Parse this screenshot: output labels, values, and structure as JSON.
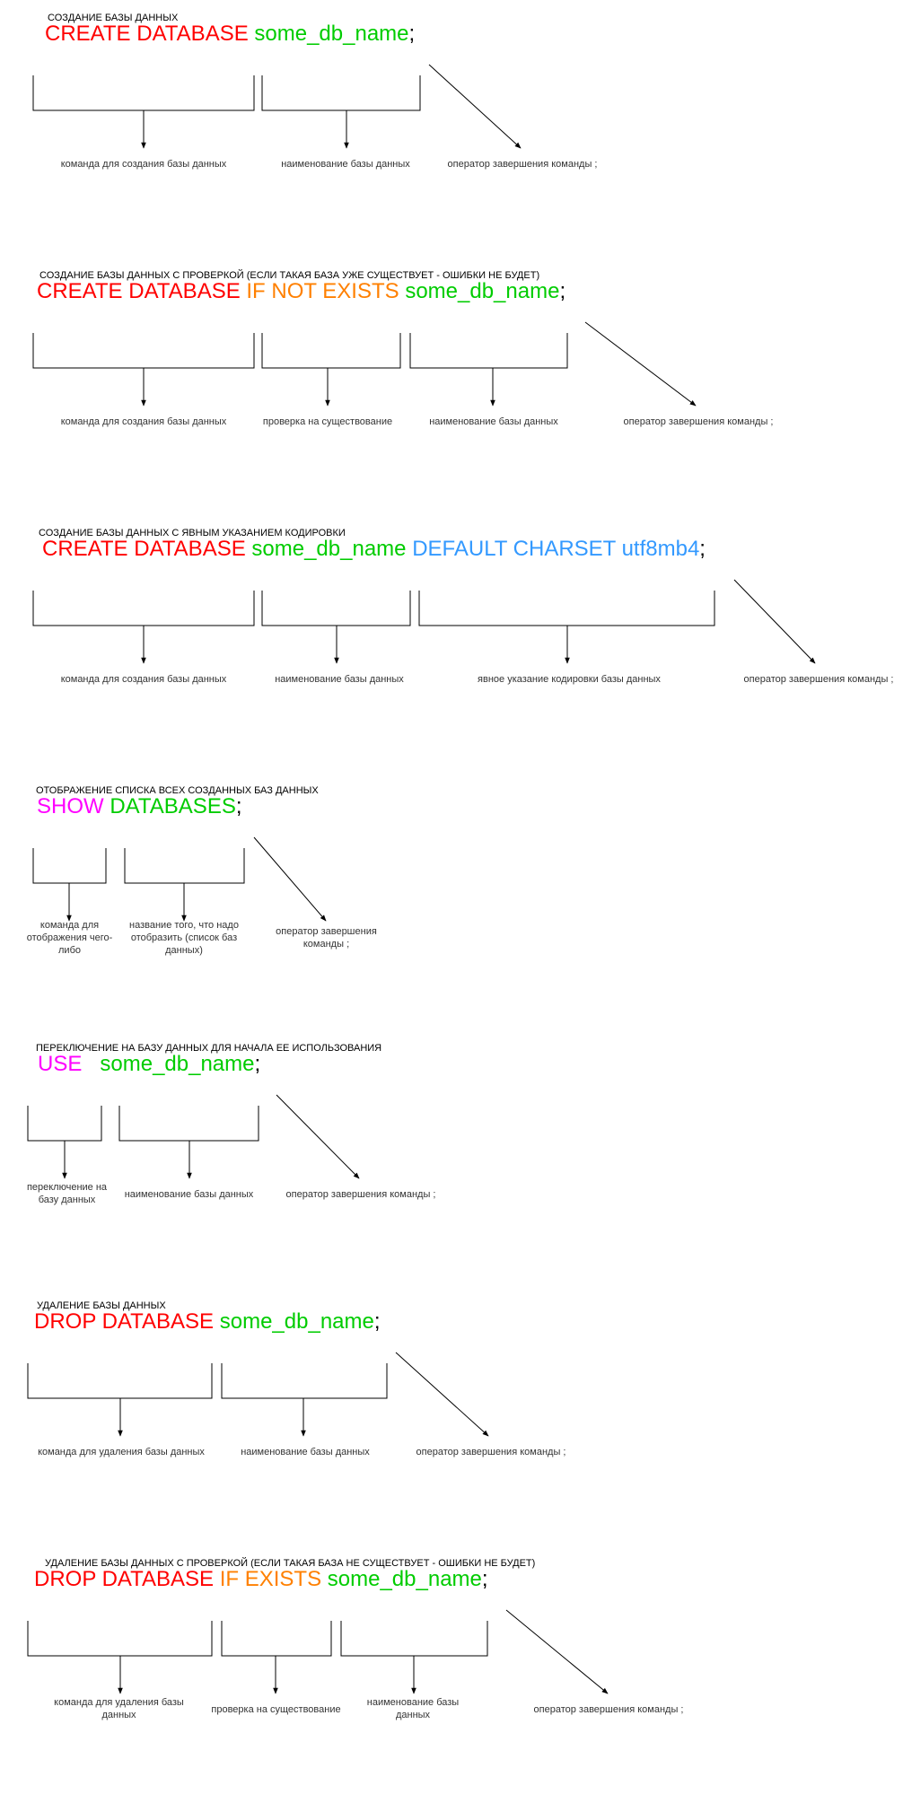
{
  "sections": [
    {
      "id": "create-db",
      "heading": "СОЗДАНИЕ БАЗЫ ДАННЫХ",
      "tokens": [
        {
          "text": "CREATE DATABASE",
          "color": "#ff0000"
        },
        {
          "text": " ",
          "color": "#000000"
        },
        {
          "text": "some_db_name",
          "color": "#00cc00"
        },
        {
          "text": ";",
          "color": "#000000"
        }
      ],
      "labels": [
        "команда для создания базы данных",
        "наименование базы данных",
        "оператор завершения команды ;"
      ]
    },
    {
      "id": "create-db-if-not-exists",
      "heading": "СОЗДАНИЕ БАЗЫ ДАННЫХ С ПРОВЕРКОЙ (ЕСЛИ ТАКАЯ БАЗА УЖЕ СУЩЕСТВУЕТ - ОШИБКИ НЕ БУДЕТ)",
      "tokens": [
        {
          "text": "CREATE DATABASE",
          "color": "#ff0000"
        },
        {
          "text": " ",
          "color": "#000000"
        },
        {
          "text": "IF NOT EXISTS",
          "color": "#ff8000"
        },
        {
          "text": " ",
          "color": "#000000"
        },
        {
          "text": "some_db_name",
          "color": "#00cc00"
        },
        {
          "text": ";",
          "color": "#000000"
        }
      ],
      "labels": [
        "команда для создания базы данных",
        "проверка на существование",
        "наименование базы данных",
        "оператор завершения команды ;"
      ]
    },
    {
      "id": "create-db-charset",
      "heading": "СОЗДАНИЕ БАЗЫ ДАННЫХ С ЯВНЫМ УКАЗАНИЕМ КОДИРОВКИ",
      "tokens": [
        {
          "text": "CREATE DATABASE",
          "color": "#ff0000"
        },
        {
          "text": " ",
          "color": "#000000"
        },
        {
          "text": "some_db_name",
          "color": "#00cc00"
        },
        {
          "text": " ",
          "color": "#000000"
        },
        {
          "text": "DEFAULT CHARSET utf8mb4",
          "color": "#3399ff"
        },
        {
          "text": ";",
          "color": "#000000"
        }
      ],
      "labels": [
        "команда для создания базы данных",
        "наименование базы данных",
        "явное указание кодировки базы данных",
        "оператор завершения команды ;"
      ]
    },
    {
      "id": "show-databases",
      "heading": "ОТОБРАЖЕНИЕ СПИСКА ВСЕХ СОЗДАННЫХ БАЗ ДАННЫХ",
      "tokens": [
        {
          "text": "SHOW",
          "color": "#ff00ff"
        },
        {
          "text": " ",
          "color": "#000000"
        },
        {
          "text": "DATABASES",
          "color": "#00cc00"
        },
        {
          "text": ";",
          "color": "#000000"
        }
      ],
      "labels": [
        "команда для отображения чего-либо",
        "название того, что надо отобразить (список баз данных)",
        "оператор завершения команды ;"
      ]
    },
    {
      "id": "use-db",
      "heading": "ПЕРЕКЛЮЧЕНИЕ НА БАЗУ ДАННЫХ ДЛЯ НАЧАЛА ЕЕ ИСПОЛЬЗОВАНИЯ",
      "tokens": [
        {
          "text": "USE",
          "color": "#ff00ff"
        },
        {
          "text": "   ",
          "color": "#000000"
        },
        {
          "text": "some_db_name",
          "color": "#00cc00"
        },
        {
          "text": ";",
          "color": "#000000"
        }
      ],
      "labels": [
        "переключение на базу данных",
        "наименование базы данных",
        "оператор завершения команды ;"
      ]
    },
    {
      "id": "drop-db",
      "heading": "УДАЛЕНИЕ БАЗЫ ДАННЫХ",
      "tokens": [
        {
          "text": "DROP DATABASE",
          "color": "#ff0000"
        },
        {
          "text": " ",
          "color": "#000000"
        },
        {
          "text": "some_db_name",
          "color": "#00cc00"
        },
        {
          "text": ";",
          "color": "#000000"
        }
      ],
      "labels": [
        "команда для удаления базы данных",
        "наименование базы данных",
        "оператор завершения команды ;"
      ]
    },
    {
      "id": "drop-db-if-exists",
      "heading": "УДАЛЕНИЕ БАЗЫ ДАННЫХ С ПРОВЕРКОЙ (ЕСЛИ ТАКАЯ БАЗА НЕ СУЩЕСТВУЕТ - ОШИБКИ НЕ БУДЕТ)",
      "tokens": [
        {
          "text": "DROP DATABASE",
          "color": "#ff0000"
        },
        {
          "text": " ",
          "color": "#000000"
        },
        {
          "text": "IF EXISTS",
          "color": "#ff8000"
        },
        {
          "text": " ",
          "color": "#000000"
        },
        {
          "text": "some_db_name",
          "color": "#00cc00"
        },
        {
          "text": ";",
          "color": "#000000"
        }
      ],
      "labels": [
        "команда для удаления базы данных",
        "проверка на существование",
        "наименование базы данных",
        "оператор завершения команды ;"
      ]
    }
  ]
}
